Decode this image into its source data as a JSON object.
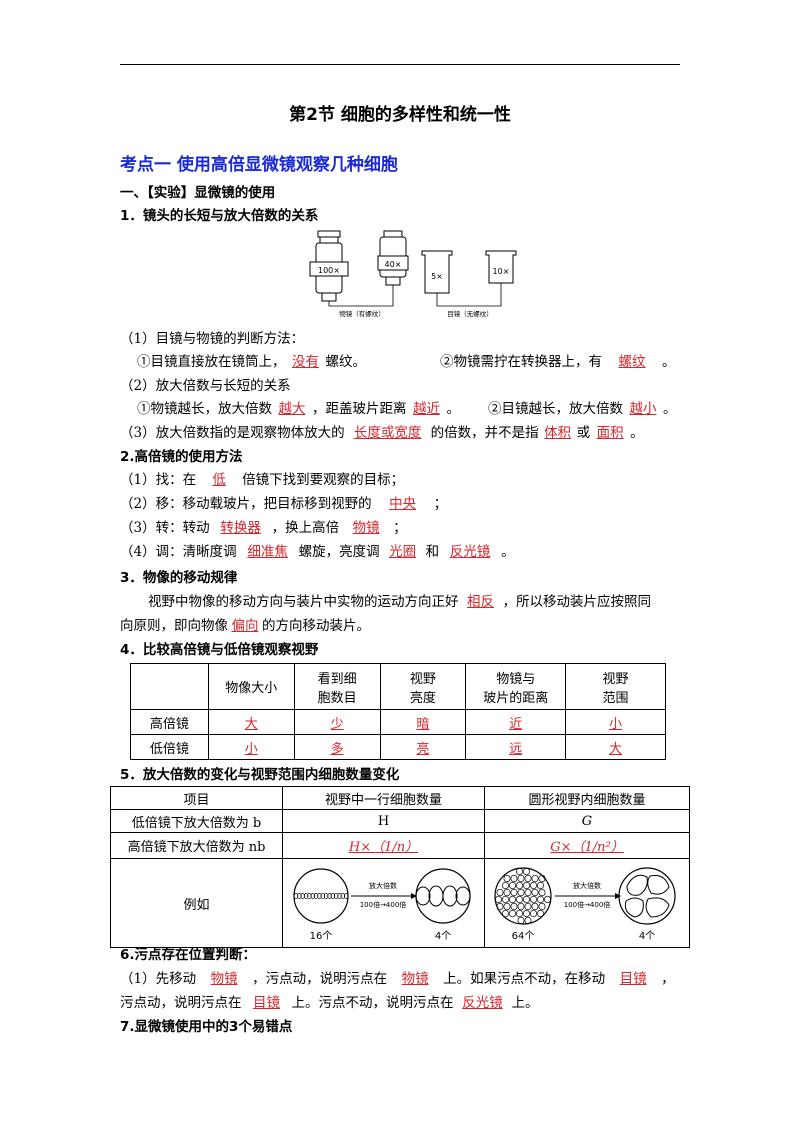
{
  "page": {
    "title": "第2节  细胞的多样性和统一性",
    "section": "考点一    使用高倍显微镜观察几种细胞",
    "part1": "一、【实验】显微镜的使用"
  },
  "s1": {
    "heading": "1．镜头的长短与放大倍数的关系",
    "figure": {
      "lens1": "100×",
      "lens2": "40×",
      "lens3": "5×",
      "lens4": "10×",
      "cap_obj": "物镜（有螺纹）",
      "cap_eye": "目镜（无螺纹）"
    },
    "q1": "（1）目镜与物镜的判断方法：",
    "q1a_pre": "①目镜直接放在镜筒上，",
    "q1a_fill": "没有",
    "q1a_post": "螺纹。",
    "q1b_pre": "②物镜需拧在转换器上，有",
    "q1b_fill": "螺纹",
    "q1b_post": "。",
    "q2": "（2）放大倍数与长短的关系",
    "q2a_pre": "①物镜越长，放大倍数",
    "q2a_fill1": "越大",
    "q2a_mid": "，距盖玻片距离",
    "q2a_fill2": "越近",
    "q2a_post": "。",
    "q2b_pre": "②目镜越长，放大倍数",
    "q2b_fill": "越小",
    "q2b_post": "。",
    "q3_pre": "（3）放大倍数指的是观察物体放大的",
    "q3_fill1": "长度或宽度",
    "q3_mid": "的倍数，并不是指",
    "q3_fill2": "体积",
    "q3_or": "或",
    "q3_fill3": "面积",
    "q3_post": "。"
  },
  "s2": {
    "heading": "2.高倍镜的使用方法",
    "l1_pre": "（1）找：在",
    "l1_fill": "低",
    "l1_post": "倍镜下找到要观察的目标；",
    "l2_pre": "（2）移：移动载玻片，把目标移到视野的",
    "l2_fill": "中央",
    "l2_post": "；",
    "l3_pre": "（3）转：转动",
    "l3_fill1": "转换器",
    "l3_mid": "，换上高倍",
    "l3_fill2": "物镜",
    "l3_post": "；",
    "l4_pre": "（4）调：清晰度调",
    "l4_fill1": "细准焦",
    "l4_mid": "螺旋，亮度调",
    "l4_fill2": "光圈",
    "l4_and": "和",
    "l4_fill3": "反光镜",
    "l4_post": "。"
  },
  "s3": {
    "heading": "3．物像的移动规律",
    "p1_pre": "视野中物像的移动方向与装片中实物的运动方向正好",
    "p1_fill": "相反",
    "p1_post": "，所以移动装片应按照同",
    "p2_pre": "向原则，即向物像",
    "p2_fill": "偏向",
    "p2_post": "的方向移动装片。"
  },
  "s4": {
    "heading": "4．比较高倍镜与低倍镜观察视野",
    "headers": [
      "",
      "物像大小",
      "看到细|胞数目",
      "视野|亮度",
      "物镜与|玻片的距离",
      "视野|范围"
    ],
    "rows": [
      [
        "高倍镜",
        "大",
        "少",
        "暗",
        "近",
        "小"
      ],
      [
        "低倍镜",
        "小",
        "多",
        "亮",
        "远",
        "大"
      ]
    ]
  },
  "s5": {
    "heading": "5．放大倍数的变化与视野范围内细胞数量变化",
    "headers": [
      "项目",
      "视野中一行细胞数量",
      "圆形视野内细胞数量"
    ],
    "row1": [
      "低倍镜下放大倍数为 b",
      "H",
      "G"
    ],
    "row2_label": "高倍镜下放大倍数为 nb",
    "row2_a": "H×（1/n）",
    "row2_b": "G×（1/n²）",
    "row3_label": "例如",
    "ex": {
      "arrow_top": "放大倍数",
      "arrow_bottom": "100倍→400倍",
      "a_left": "16个",
      "a_right": "4个",
      "b_left": "64个",
      "b_right": "4个"
    }
  },
  "s6": {
    "heading": "6.污点存在位置判断：",
    "p1_pre": "（1）先移动",
    "p1_fill1": "物镜",
    "p1_mid1": "，污点动，说明污点在",
    "p1_fill2": "物镜",
    "p1_mid2": "上。如果污点不动，在移动",
    "p1_fill3": "目镜",
    "p1_post": "，",
    "p2_pre": "污点动，说明污点在",
    "p2_fill1": "目镜",
    "p2_mid": "上。污点不动，说明污点在",
    "p2_fill2": "反光镜",
    "p2_post": "上。"
  },
  "s7": {
    "heading": "7.显微镜使用中的3个易错点"
  }
}
